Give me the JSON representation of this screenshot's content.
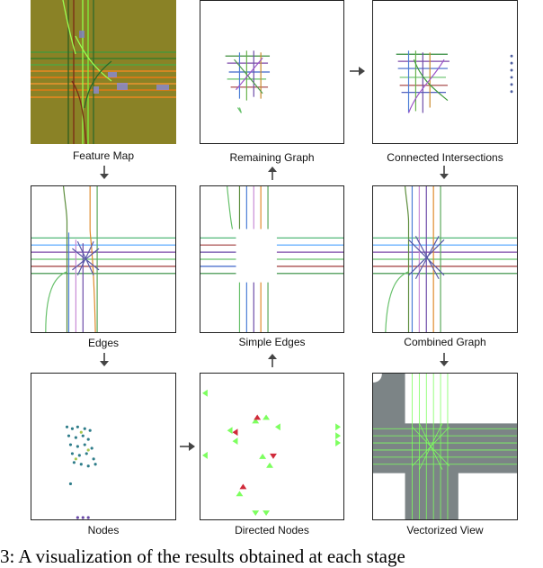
{
  "panels": {
    "feature_map": "Feature Map",
    "remaining_graph": "Remaining Graph",
    "connected_intersections": "Connected Intersections",
    "edges": "Edges",
    "simple_edges": "Simple Edges",
    "combined_graph": "Combined Graph",
    "nodes": "Nodes",
    "directed_nodes": "Directed Nodes",
    "vectorized_view": "Vectorized View"
  },
  "caption": "3: A visualization of the results obtained at each stage",
  "colors": {
    "feature_background": "#8a8226",
    "vector_road": "#7c8486",
    "vector_line": "#7dff5f",
    "arrow": "#444444"
  }
}
